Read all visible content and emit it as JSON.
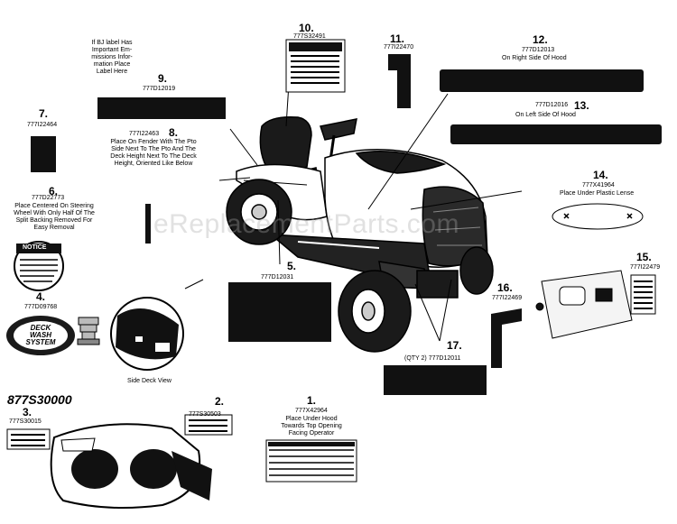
{
  "watermark": "eReplacementParts.com",
  "kit_number": "877S30000",
  "callouts": {
    "c1": {
      "num": "1.",
      "part": "777X42964",
      "note": [
        "Place Under Hood",
        "Towards Top Opening",
        "Facing Operator"
      ]
    },
    "c2": {
      "num": "2.",
      "part": "777S30503"
    },
    "c3": {
      "num": "3.",
      "part": "777S30015"
    },
    "c4": {
      "num": "4.",
      "part": "777D09768",
      "decal": [
        "DECK",
        "WASH",
        "SYSTEM"
      ]
    },
    "c5": {
      "num": "5.",
      "part": "777D12031"
    },
    "c6": {
      "num": "6.",
      "part": "777D22773",
      "note": [
        "Place Centered On Steering",
        "Wheel With Only Half Of The",
        "Split Backing Removed For",
        "Easy Removal"
      ],
      "decal_title": "NOTICE"
    },
    "c7": {
      "num": "7.",
      "part": "777I22464"
    },
    "c8": {
      "num": "8.",
      "part": "777I22463",
      "note": [
        "Place On Fender With The Pto",
        "Side Next To The Pto And The",
        "Deck Height Next To The Deck",
        "Height, Oriented Like Below"
      ]
    },
    "c9": {
      "num": "9.",
      "part": "777D12019"
    },
    "c10": {
      "num": "10.",
      "part": "777S32491",
      "note": [
        "If BJ label Has",
        "Important Em-",
        "missions Infor-",
        "mation Place",
        "Label Here"
      ]
    },
    "c11": {
      "num": "11.",
      "part": "777I22470"
    },
    "c12": {
      "num": "12.",
      "part": "777D12013",
      "note": [
        "On Right Side Of Hood"
      ]
    },
    "c13": {
      "num": "13.",
      "part": "777D12016",
      "note": [
        "On Left Side Of Hood"
      ]
    },
    "c14": {
      "num": "14.",
      "part": "777X41964",
      "note": [
        "Place Under Plastic Lense"
      ]
    },
    "c15": {
      "num": "15.",
      "part": "777I22479"
    },
    "c16": {
      "num": "16.",
      "part": "777I22469"
    },
    "c17": {
      "num": "17.",
      "part": "(QTY 2) 777D12011"
    }
  },
  "side_deck_view": "Side Deck View",
  "colors": {
    "decal": "#111111",
    "line": "#000000",
    "watermark": "#aaaaaa"
  }
}
